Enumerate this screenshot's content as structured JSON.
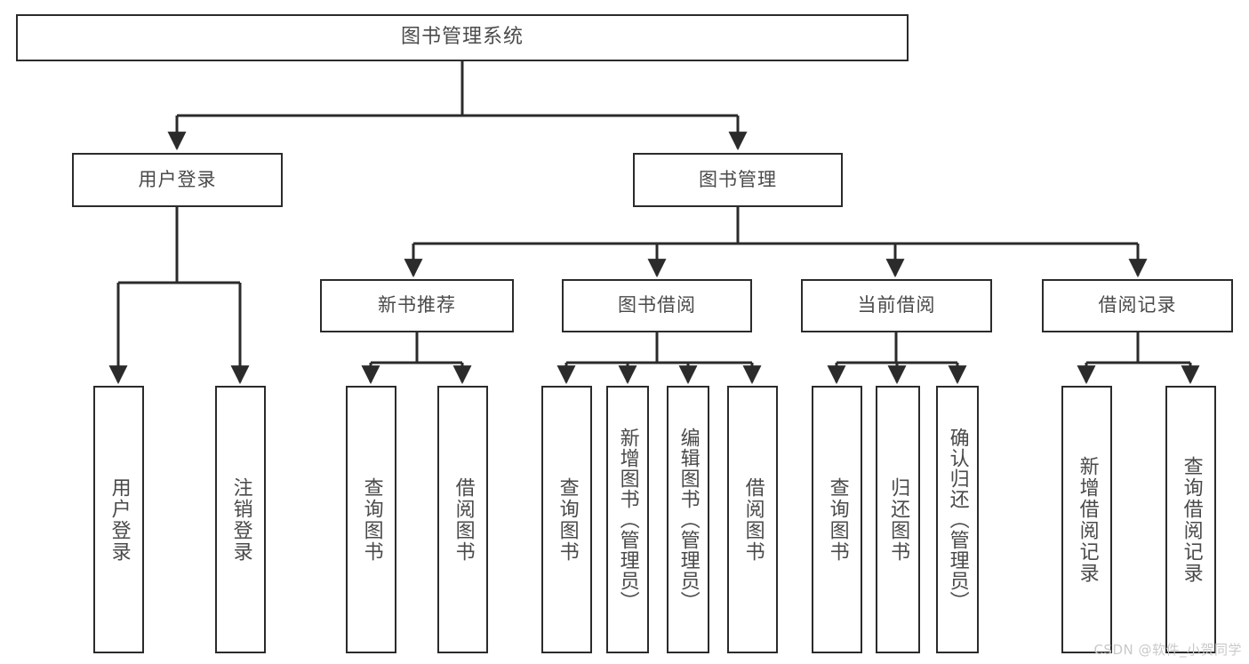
{
  "diagram": {
    "kind": "function-structure-tree",
    "root": {
      "label": "图书管理系统"
    },
    "level2": [
      {
        "label": "用户登录"
      },
      {
        "label": "图书管理"
      }
    ],
    "level3": [
      {
        "label": "新书推荐"
      },
      {
        "label": "图书借阅"
      },
      {
        "label": "当前借阅"
      },
      {
        "label": "借阅记录"
      }
    ],
    "leaves": {
      "user_login": [
        {
          "label": "用户登录"
        },
        {
          "label": "注销登录"
        }
      ],
      "new_book_recommend": [
        {
          "label": "查询图书"
        },
        {
          "label": "借阅图书"
        }
      ],
      "book_borrow": [
        {
          "label": "查询图书"
        },
        {
          "label": "新增图书（管理员）"
        },
        {
          "label": "编辑图书（管理员）"
        },
        {
          "label": "借阅图书"
        }
      ],
      "current_borrow": [
        {
          "label": "查询图书"
        },
        {
          "label": "归还图书"
        },
        {
          "label": "确认归还（管理员）"
        }
      ],
      "borrow_record": [
        {
          "label": "新增借阅记录"
        },
        {
          "label": "查询借阅记录"
        }
      ]
    }
  },
  "watermark": {
    "text": "CSDN @软件_小贺同学"
  },
  "colors": {
    "background": "#ffffff",
    "box_border": "#2b2b2b",
    "box_fill": "#ffffff",
    "text": "#4a4a4a",
    "connector": "#2b2b2b",
    "watermark": "#c9c9c9"
  }
}
